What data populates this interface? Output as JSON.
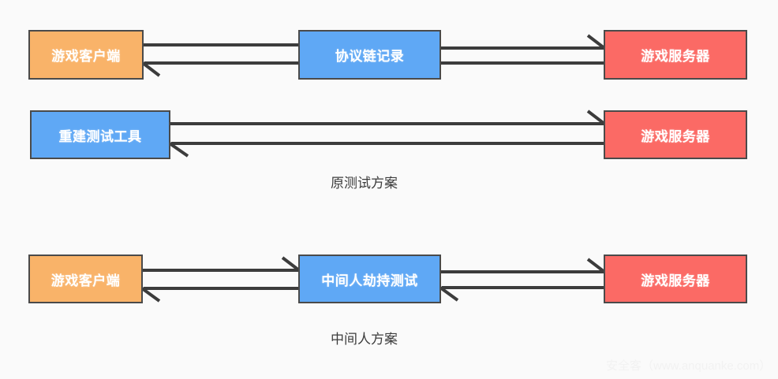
{
  "diagram": {
    "background_color": "#fafafa",
    "node_colors": {
      "client": "#f9b369",
      "middle": "#5fa8f5",
      "server": "#fb6a65",
      "border": "#4a4a4a",
      "arrow": "#3c3c3c"
    },
    "sections": [
      {
        "id": "original-scheme",
        "label": "原测试方案",
        "rows": [
          {
            "id": "row-protocol-chain",
            "nodes": [
              {
                "id": "client-1",
                "label": "游戏客户端",
                "style": "orange"
              },
              {
                "id": "protocol-log",
                "label": "协议链记录",
                "style": "blue"
              },
              {
                "id": "server-1",
                "label": "游戏服务器",
                "style": "red"
              }
            ]
          },
          {
            "id": "row-rebuild-tool",
            "nodes": [
              {
                "id": "rebuild-tool",
                "label": "重建测试工具",
                "style": "blue"
              },
              {
                "id": "server-2",
                "label": "游戏服务器",
                "style": "red"
              }
            ]
          }
        ]
      },
      {
        "id": "mitm-scheme",
        "label": "中间人方案",
        "rows": [
          {
            "id": "row-mitm",
            "nodes": [
              {
                "id": "client-2",
                "label": "游戏客户端",
                "style": "orange"
              },
              {
                "id": "mitm-test",
                "label": "中间人劫持测试",
                "style": "blue"
              },
              {
                "id": "server-3",
                "label": "游戏服务器",
                "style": "red"
              }
            ]
          }
        ]
      }
    ]
  },
  "watermark": {
    "text": "安全客（www.anquanke.com）"
  }
}
